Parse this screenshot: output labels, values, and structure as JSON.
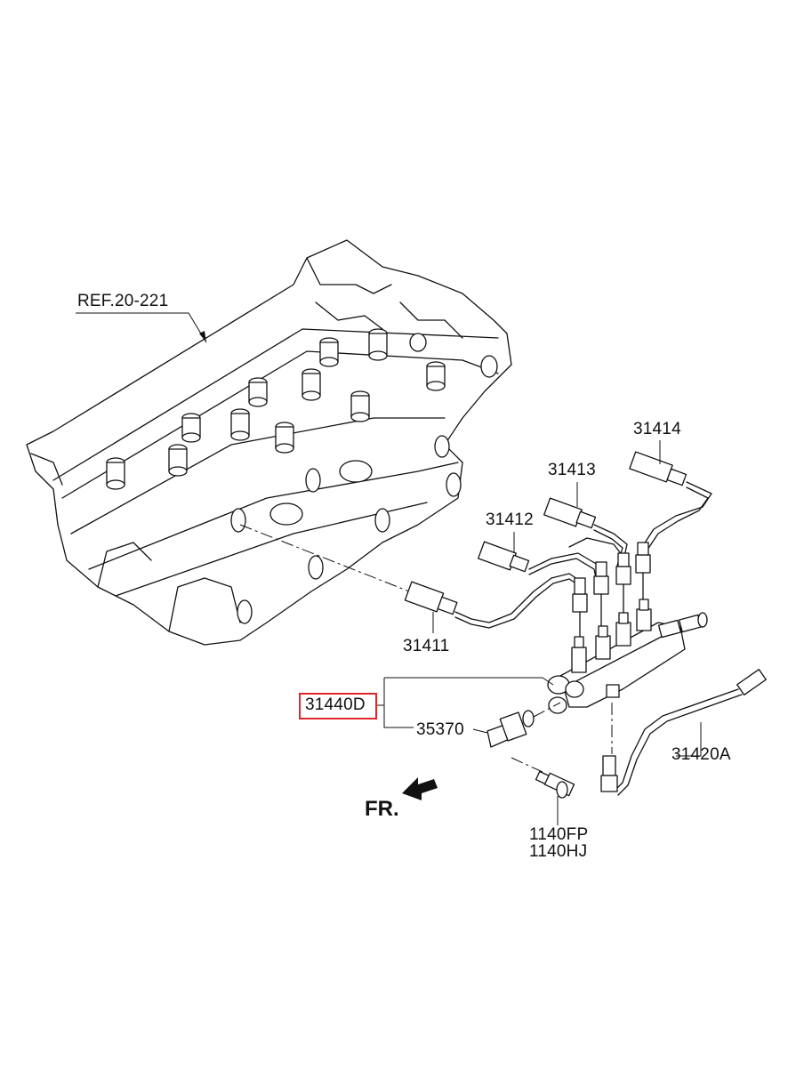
{
  "labels": {
    "ref": "REF.20-221",
    "p31414": "31414",
    "p31413": "31413",
    "p31412": "31412",
    "p31411": "31411",
    "p31440d": "31440D",
    "p35370": "35370",
    "p31420a": "31420A",
    "p1140fp": "1140FP",
    "p1140hj": "1140HJ",
    "front": "FR."
  },
  "highlight": {
    "part": "31440D",
    "color": "#e0262c"
  }
}
